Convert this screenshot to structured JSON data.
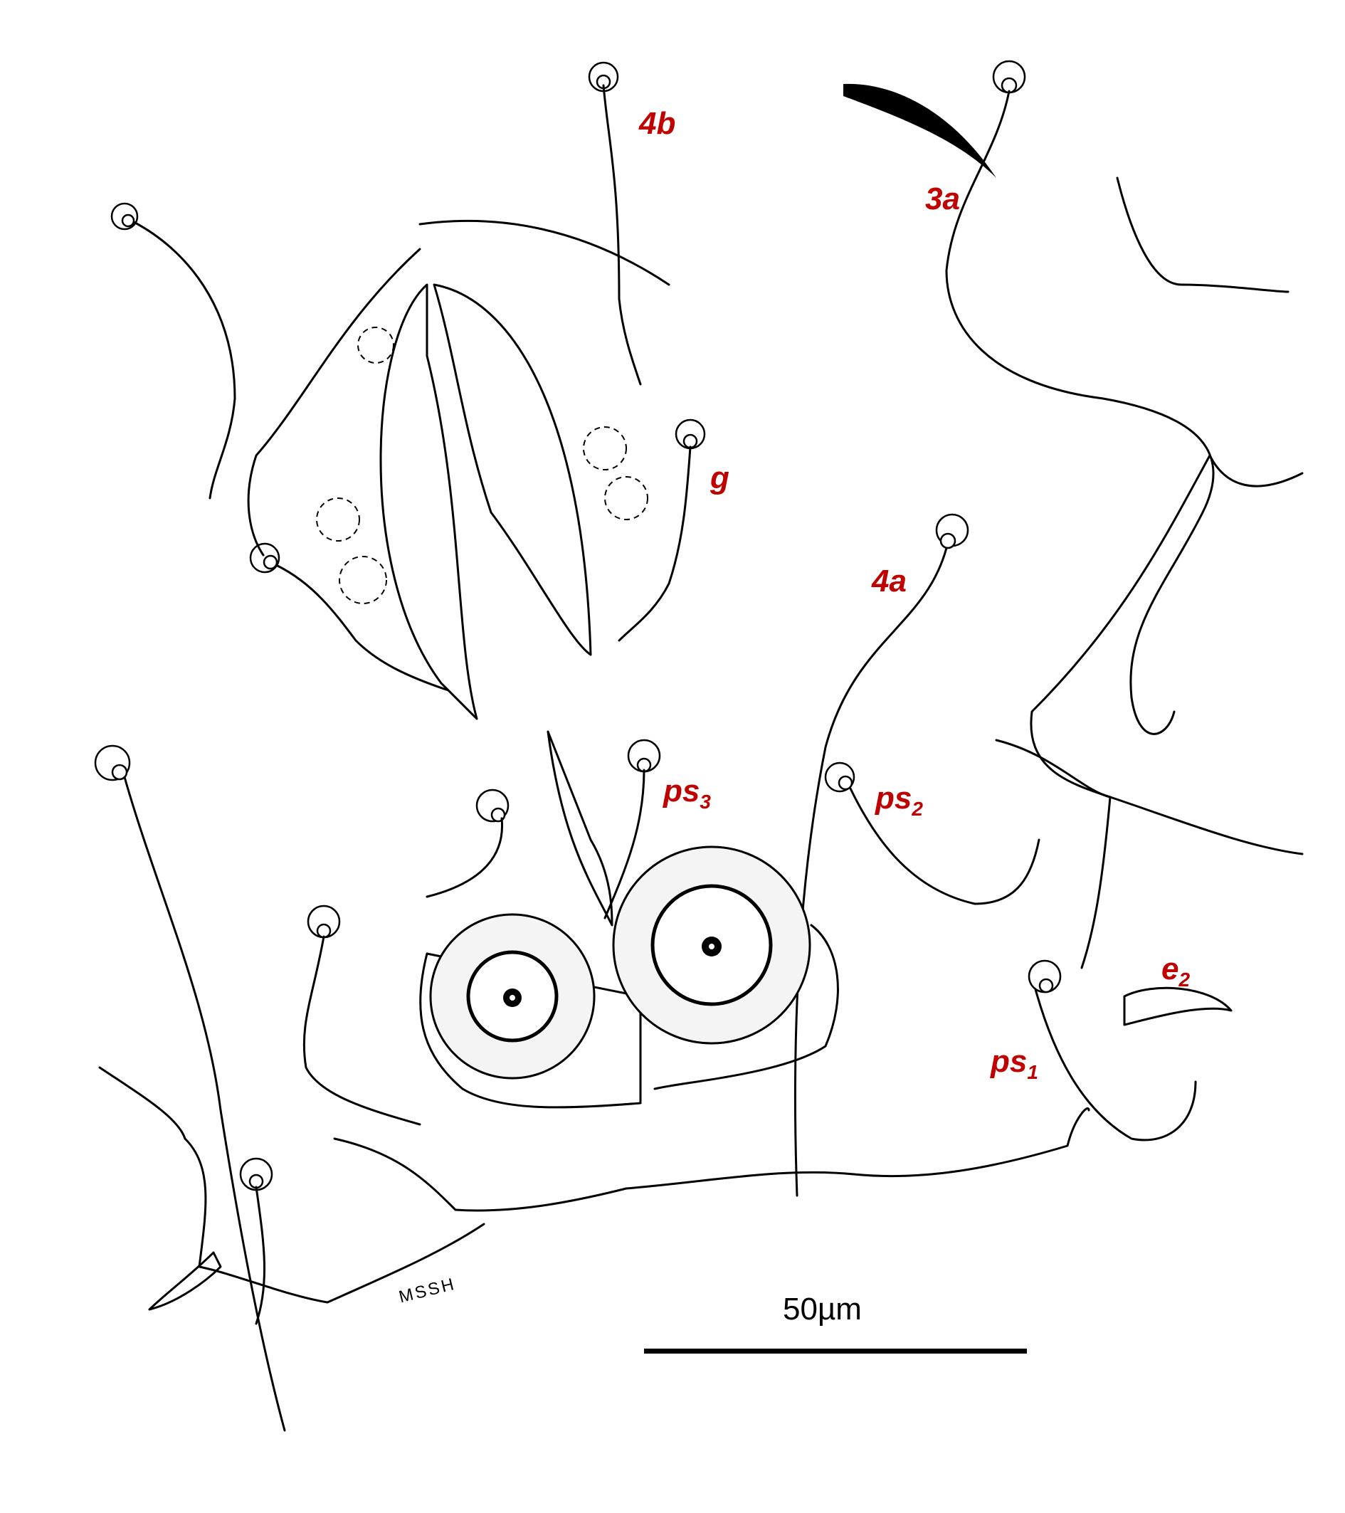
{
  "figure": {
    "labels": [
      {
        "id": "4b",
        "main": "4b",
        "sub": ""
      },
      {
        "id": "3a",
        "main": "3a",
        "sub": ""
      },
      {
        "id": "g",
        "main": "g",
        "sub": ""
      },
      {
        "id": "4a",
        "main": "4a",
        "sub": ""
      },
      {
        "id": "ps3",
        "main": "ps",
        "sub": "3"
      },
      {
        "id": "ps2",
        "main": "ps",
        "sub": "2"
      },
      {
        "id": "e2",
        "main": "e",
        "sub": "2"
      },
      {
        "id": "ps1",
        "main": "ps",
        "sub": "1"
      }
    ],
    "scale_bar": {
      "label": "50µm"
    },
    "signature": "MSSH",
    "label_color": "#c00000"
  }
}
